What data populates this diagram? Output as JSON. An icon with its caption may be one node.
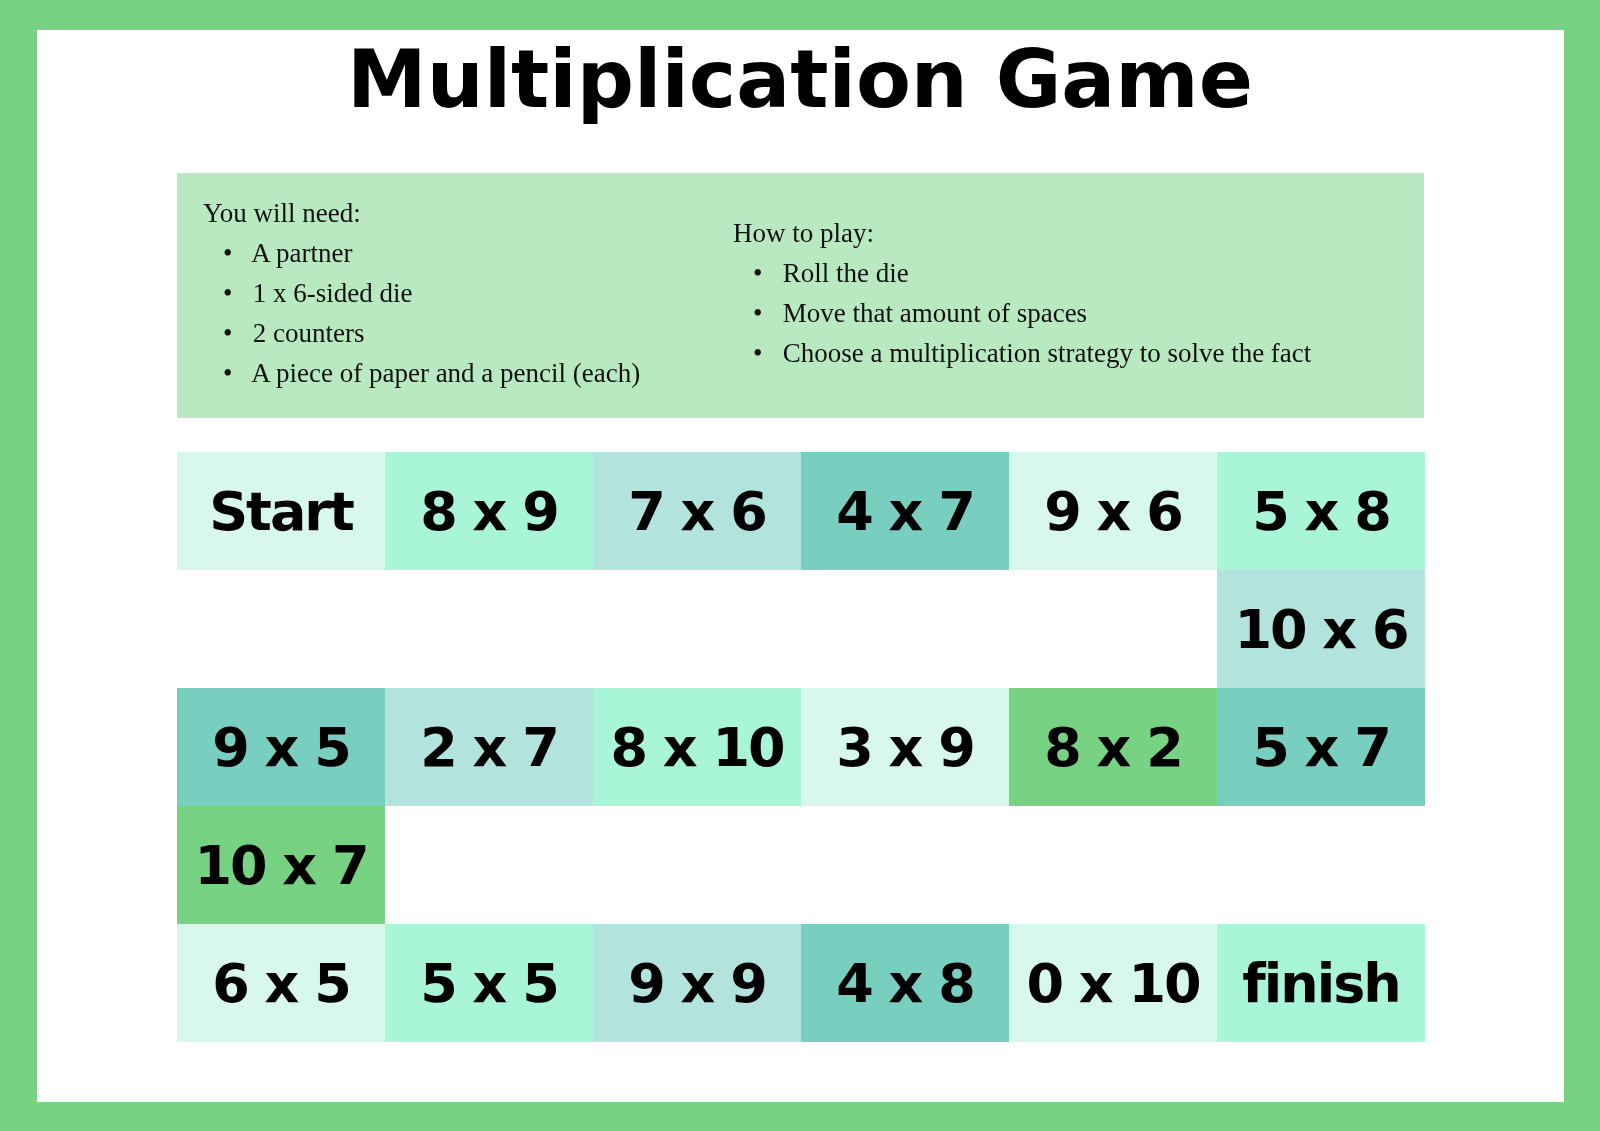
{
  "diagram": {
    "title": "Multiplication Game",
    "nodes": [
      {
        "text": [
          "You will need:",
          "• A partner",
          "• 1 x 6-sided die",
          "• 2 counters",
          "• A piece of paper and a pencil (each)",
          "How to play:",
          "• Roll the die",
          "• Move that amount of spaces",
          "• Choose a multiplication strategy to solve the fact"
        ]
      },
      {
        "text": [
          "Start"
        ]
      },
      {
        "text": [
          "8 x 9"
        ]
      },
      {
        "text": [
          "7 x 6"
        ]
      },
      {
        "text": [
          "4 x 7"
        ]
      },
      {
        "text": [
          "9 x 6"
        ]
      },
      {
        "text": [
          "5 x 8"
        ]
      },
      {
        "text": [
          "10 x 6"
        ]
      },
      {
        "text": [
          "9 x 5"
        ]
      },
      {
        "text": [
          "2 x 7"
        ]
      },
      {
        "text": [
          "8 x 10"
        ]
      },
      {
        "text": [
          "3 x 9"
        ]
      },
      {
        "text": [
          "8 x 2"
        ]
      },
      {
        "text": [
          "5 x 7"
        ]
      },
      {
        "text": [
          "10 x 7"
        ]
      },
      {
        "text": [
          "6 x 5"
        ]
      },
      {
        "text": [
          "5 x 5"
        ]
      },
      {
        "text": [
          "9 x 9"
        ]
      },
      {
        "text": [
          "4 x 8"
        ]
      },
      {
        "text": [
          "0 x 10"
        ]
      },
      {
        "text": [
          "finish"
        ]
      }
    ]
  }
}
